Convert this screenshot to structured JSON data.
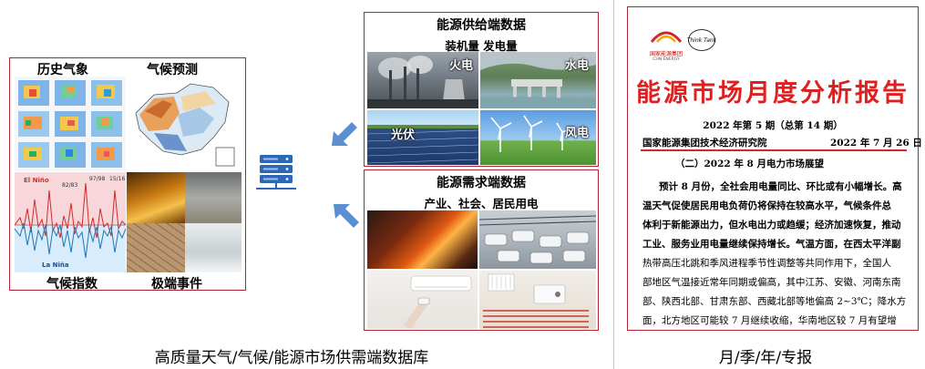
{
  "left_panel": {
    "top_left_label": "历史气象",
    "top_right_label": "气候预测",
    "bottom_left_label": "气候指数",
    "bottom_right_label": "极端事件",
    "chart_tags": [
      "El Niño",
      "82/83",
      "97/98",
      "15/16",
      "La Niña"
    ]
  },
  "supply_panel": {
    "title": "能源供给端数据",
    "subtitle": "装机量 发电量",
    "tiles": [
      "火电",
      "水电",
      "光伏",
      "风电"
    ]
  },
  "demand_panel": {
    "title": "能源需求端数据",
    "subtitle": "产业、社会、居民用电"
  },
  "report": {
    "logo_left_text": "国家能源集团",
    "logo_left_sub": "CHN ENERGY",
    "logo_right_text": "Think Tank",
    "title": "能源市场月度分析报告",
    "issue": "2022 年第 5 期（总第 14 期）",
    "institute": "国家能源集团技术经济研究院",
    "date": "2022 年 7 月 26 日",
    "section": "（二）2022 年 8 月电力市场展望",
    "lines": [
      "预计 8 月份，全社会用电量同比、环比或有小幅增长。高",
      "温天气促使居民用电负荷仍将保持在较高水平，气候条件总",
      "体利于新能源出力，但水电出力或趋缓；经济加速恢复，推动",
      "工业、服务业用电量继续保持增长。气温方面，在西太平洋副",
      "热带高压北跳和季风进程季节性调整等共同作用下，全国人",
      "部地区气温接近常年同期或偏高，其中江苏、安徽、河南东南",
      "部、陕西北部、甘肃东部、西藏北部等地偏高 2~3℃；降水方",
      "面，北方地区可能较 7 月继续收缩，华南地区较 7 月有望增"
    ]
  },
  "captions": {
    "database": "高质量天气/气候/能源市场供需端数据库",
    "reports": "月/季/年/专报"
  }
}
